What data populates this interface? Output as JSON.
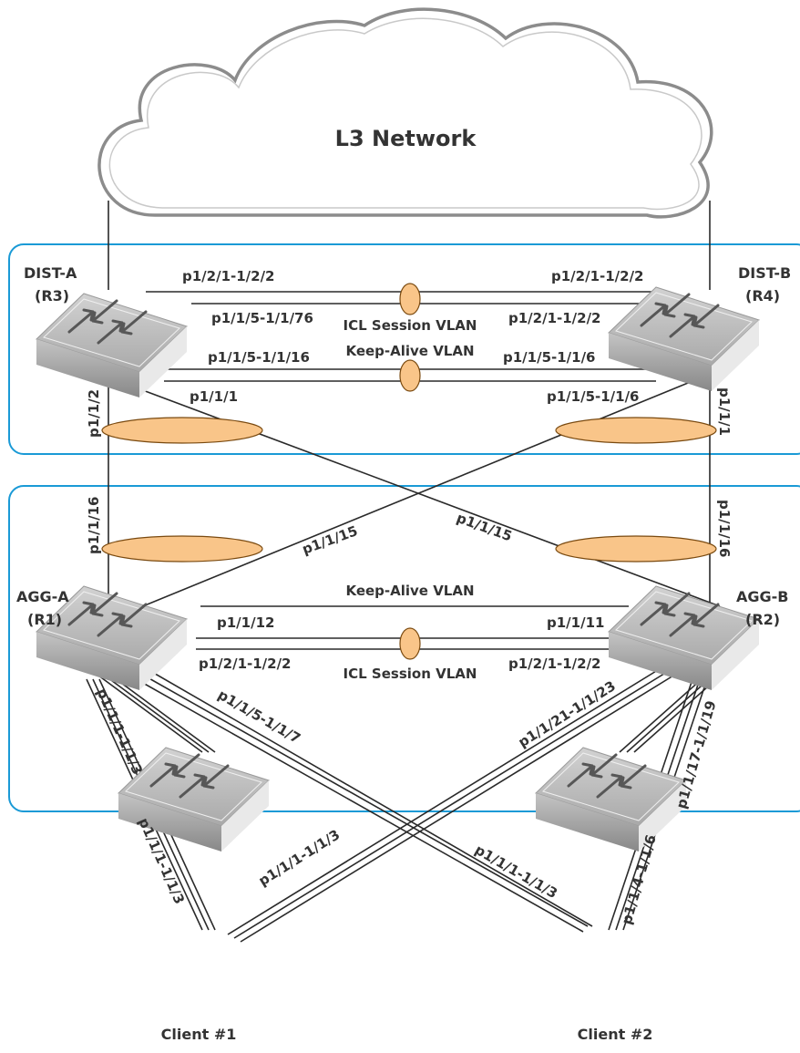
{
  "colors": {
    "group_border": "#1a9ad6",
    "lag_fill": "#f9c589",
    "lag_stroke": "#7a4a10",
    "cloud_stroke": "#8c8c8c",
    "link": "#2a2a2a",
    "label_text": "#333333"
  },
  "cloud": {
    "label": "L3 Network"
  },
  "devices": {
    "dist_a": {
      "name": "DIST-A",
      "role": "(R3)",
      "icon": "switch-icon"
    },
    "dist_b": {
      "name": "DIST-B",
      "role": "(R4)",
      "icon": "switch-icon"
    },
    "agg_a": {
      "name": "AGG-A",
      "role": "(R1)",
      "icon": "switch-icon"
    },
    "agg_b": {
      "name": "AGG-B",
      "role": "(R2)",
      "icon": "switch-icon"
    },
    "client1": {
      "name": "Client #1",
      "icon": "switch-icon"
    },
    "client2": {
      "name": "Client #2",
      "icon": "switch-icon"
    }
  },
  "dist_links": {
    "a_icl_top": "p1/2/1-1/2/2",
    "b_icl_top": "p1/2/1-1/2/2",
    "a_icl_bottom": "p1/1/5-1/1/76",
    "b_icl_bottom": "p1/2/1-1/2/2",
    "icl_vlan": "ICL Session VLAN",
    "keepalive_vlan": "Keep-Alive VLAN",
    "a_keepalive": "p1/1/5-1/1/16",
    "b_keepalive": "p1/1/5-1/1/6",
    "a_cross": "p1/1/1",
    "b_cross": "p1/1/5-1/1/6",
    "a_down": "p1/1/2",
    "b_down": "p1/1/1"
  },
  "agg_links": {
    "a_up": "p1/1/16",
    "b_up": "p1/1/16",
    "a_cross": "p1/1/15",
    "b_cross": "p1/1/15",
    "keepalive_vlan": "Keep-Alive VLAN",
    "a_keepalive": "p1/1/12",
    "b_keepalive": "p1/1/11",
    "a_icl": "p1/2/1-1/2/2",
    "b_icl": "p1/2/1-1/2/2",
    "icl_vlan": "ICL Session VLAN"
  },
  "client_links": {
    "agg_a_to_c1": "p1/1/1-1/1/3",
    "agg_a_to_c2": "p1/1/5-1/1/7",
    "agg_b_to_c1": "p1/1/21-1/1/23",
    "agg_b_to_c2": "p1/1/17-1/1/19",
    "c1_from_agg_a": "p1/1/1-1/1/3",
    "c1_from_agg_b": "p1/1/1-1/1/3",
    "c2_from_agg_a": "p1/1/1-1/1/3",
    "c2_from_agg_b": "p1/1/4-1/1/6"
  }
}
